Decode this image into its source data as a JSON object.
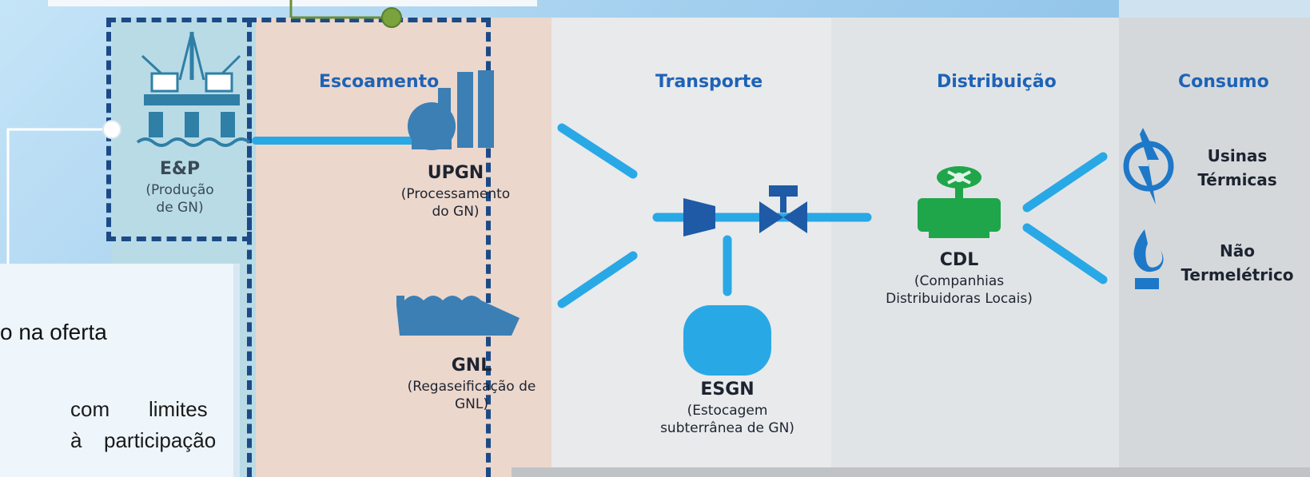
{
  "columns": {
    "escoamento": "Escoamento",
    "transporte": "Transporte",
    "distribuicao": "Distribuição",
    "consumo": "Consumo"
  },
  "nodes": {
    "ep": {
      "title": "E&P",
      "sub1": "(Produção",
      "sub2": "de GN)"
    },
    "upgn": {
      "title": "UPGN",
      "sub1": "(Processamento",
      "sub2": "do GN)"
    },
    "gnl": {
      "title": "GNL",
      "sub1": "(Regaseificação de",
      "sub2": "GNL)"
    },
    "esgn": {
      "title": "ESGN",
      "sub1": "(Estocagem",
      "sub2": "subterrânea de GN)"
    },
    "cdl": {
      "title": "CDL",
      "sub1": "(Companhias",
      "sub2": "Distribuidoras Locais)"
    },
    "usinas": {
      "line1": "Usinas",
      "line2": "Térmicas"
    },
    "nao_termo": {
      "line1": "Não",
      "line2": "Termelétrico"
    }
  },
  "textbox": {
    "heading": "o na oferta",
    "line1_a": "com",
    "line1_b": "limites",
    "line2_a": "à",
    "line2_b": "participação"
  },
  "colors": {
    "pipe": "#29a8e6",
    "dark_blue": "#1b4a86",
    "accent_blue": "#1e63b6",
    "valve_green": "#1fa64a"
  }
}
